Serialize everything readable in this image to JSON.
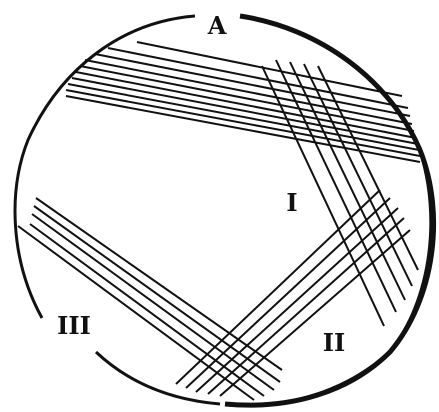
{
  "labels": {
    "a": "A",
    "one": "I",
    "two": "II",
    "three": "III"
  },
  "colors": {
    "ink": "#111111",
    "background": "#ffffff"
  },
  "streak_counts": {
    "A": 10,
    "I": 5,
    "II": 5,
    "III": 5
  }
}
